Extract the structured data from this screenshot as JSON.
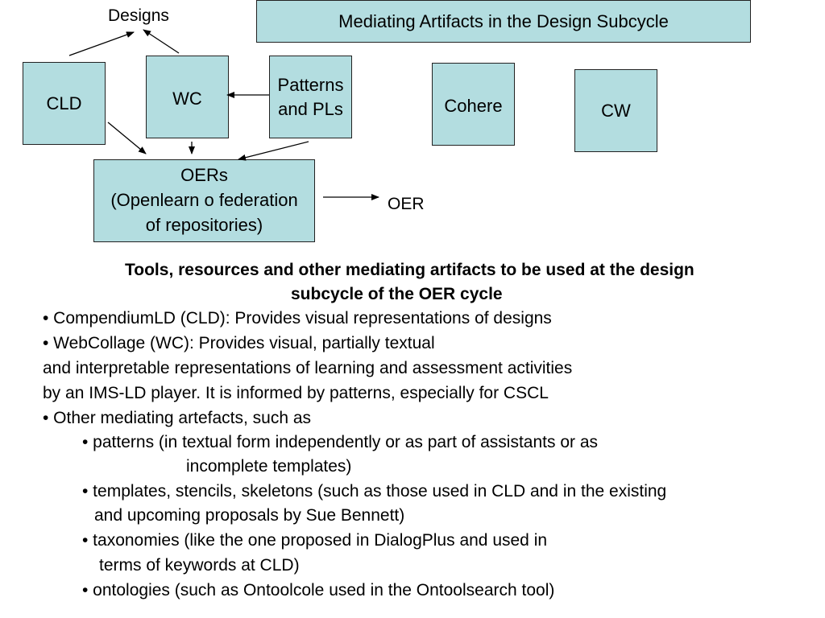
{
  "diagram": {
    "title": "Mediating Artifacts in the Design Subcycle",
    "designs_label": "Designs",
    "oer_label": "OER",
    "nodes": {
      "cld": "CLD",
      "wc": "WC",
      "patterns_line1": "Patterns",
      "patterns_line2": "and PLs",
      "cohere": "Cohere",
      "cw": "CW",
      "oers_line1": "OERs",
      "oers_line2": "(Openlearn o federation",
      "oers_line3": "of repositories)"
    }
  },
  "body": {
    "heading_line1": "Tools, resources and other mediating artifacts to be used at the design",
    "heading_line2": "subcycle of the OER cycle",
    "lines": [
      "• CompendiumLD (CLD): Provides visual representations of designs",
      "• WebCollage (WC): Provides visual, partially textual",
      "and interpretable representations of learning and assessment activities",
      "by an IMS-LD player. It is informed by patterns, especially for CSCL",
      "• Other mediating artefacts, such as",
      "• patterns (in textual form independently or as part of assistants or as",
      "incomplete templates)",
      "• templates, stencils, skeletons (such as those used in CLD and in the existing",
      "and upcoming proposals by Sue Bennett)",
      "• taxonomies (like the one proposed in DialogPlus and used in",
      "terms of keywords at CLD)",
      "• ontologies (such as Ontoolcole used in the Ontoolsearch tool)"
    ]
  }
}
